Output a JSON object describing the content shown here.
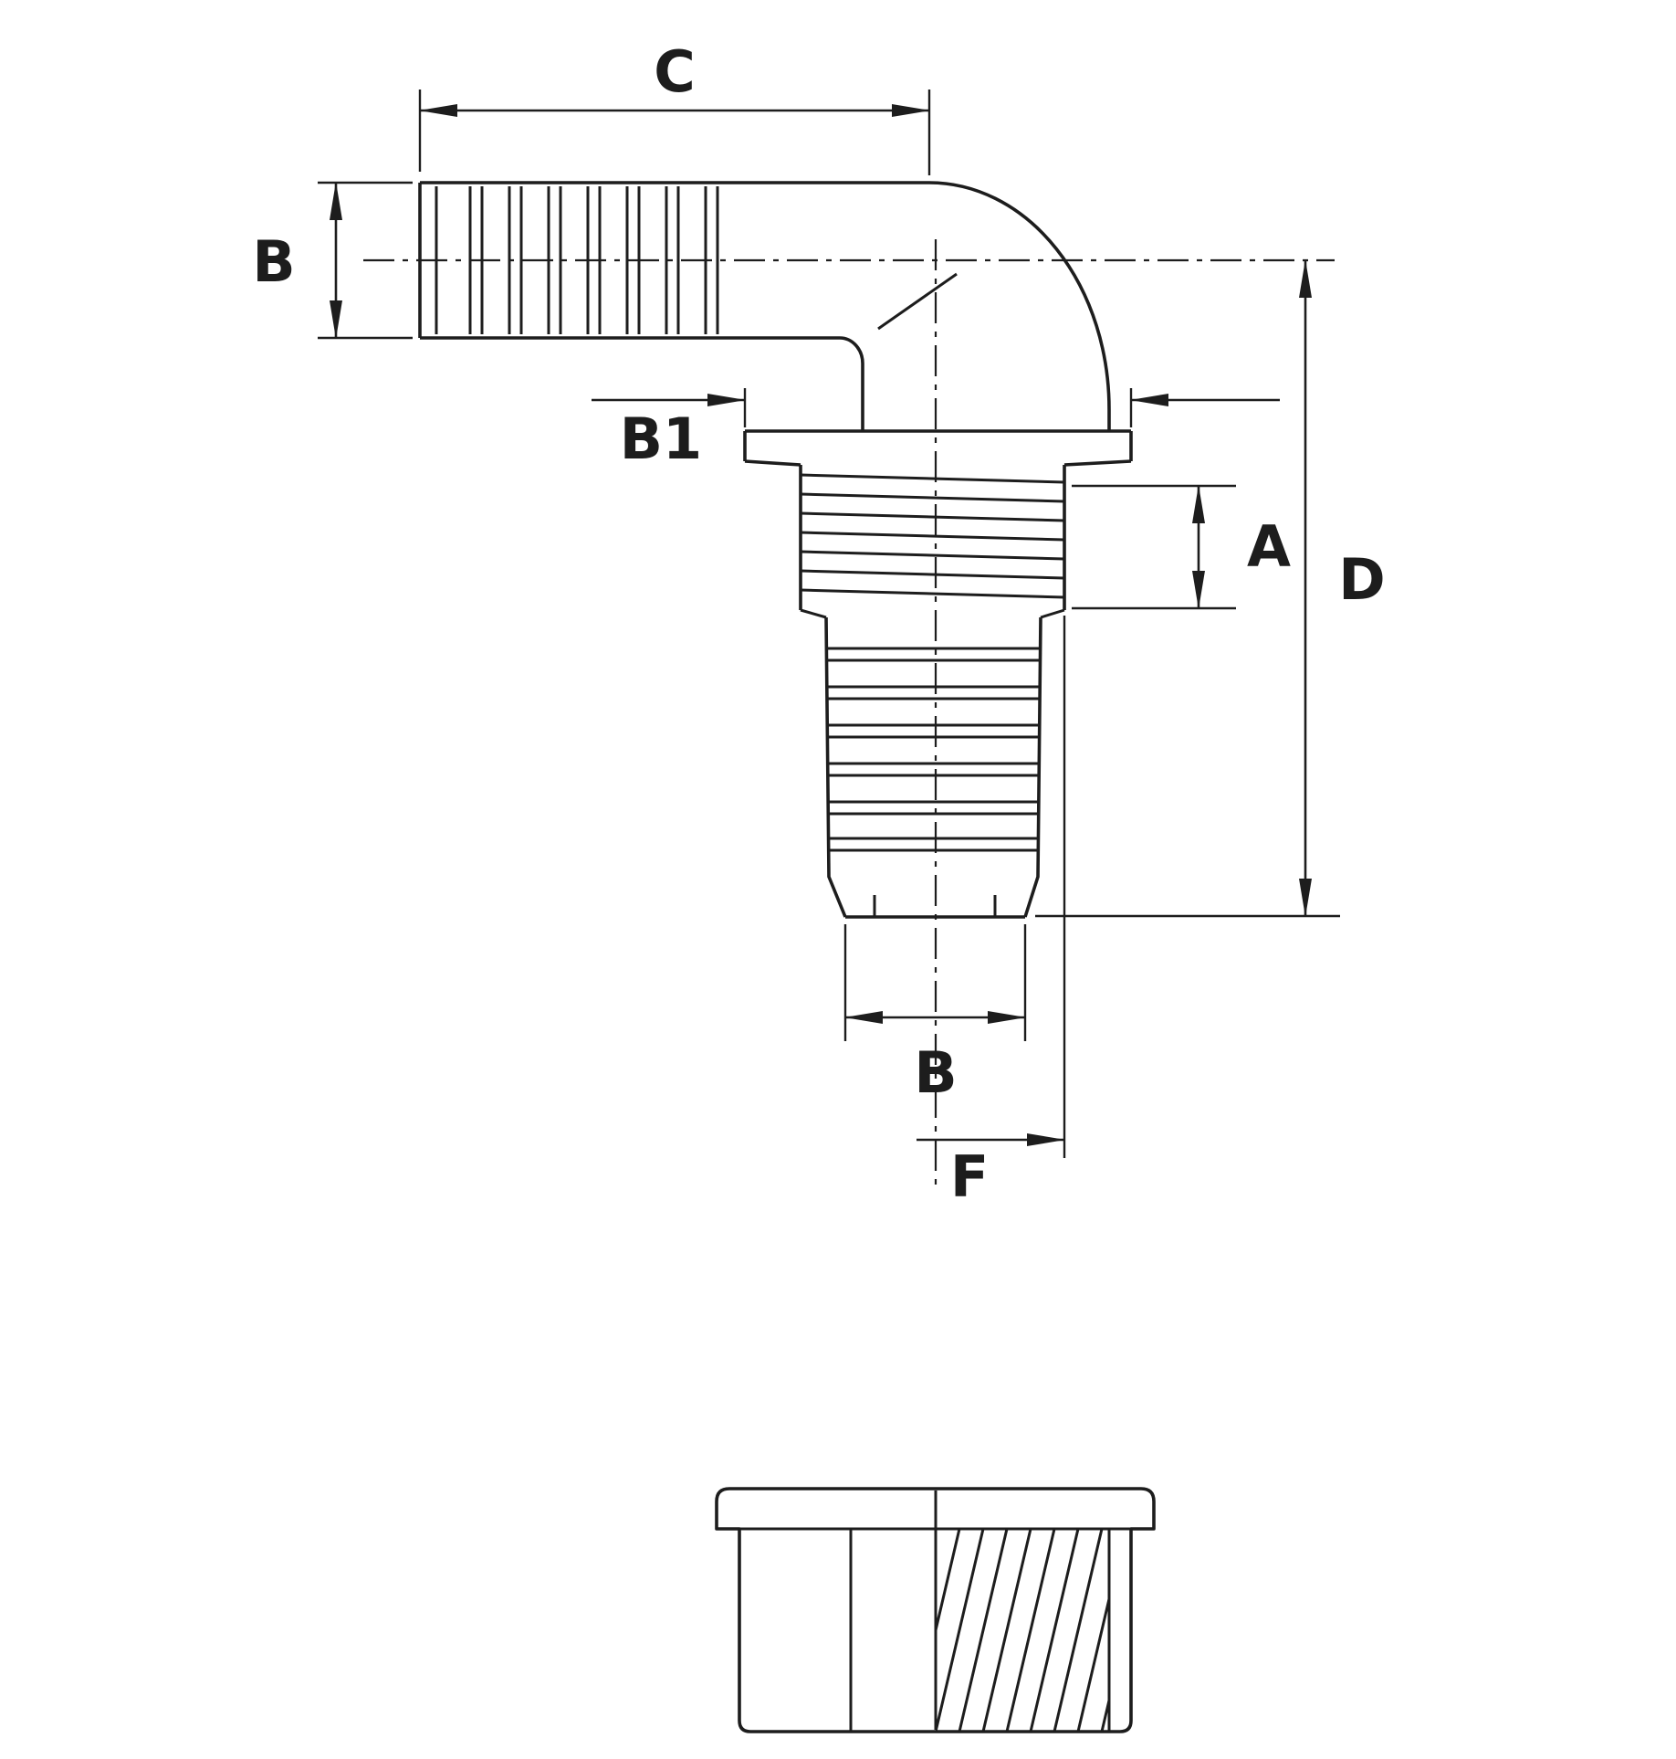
{
  "drawing": {
    "background_color": "#ffffff",
    "line_color": "#1d1d1d",
    "dimensions": {
      "c": {
        "label": "C"
      },
      "b_hose": {
        "label": "B"
      },
      "b1": {
        "label": "B1"
      },
      "a": {
        "label": "A"
      },
      "d": {
        "label": "D"
      },
      "b_tail": {
        "label": "B"
      },
      "f": {
        "label": "F"
      }
    }
  }
}
